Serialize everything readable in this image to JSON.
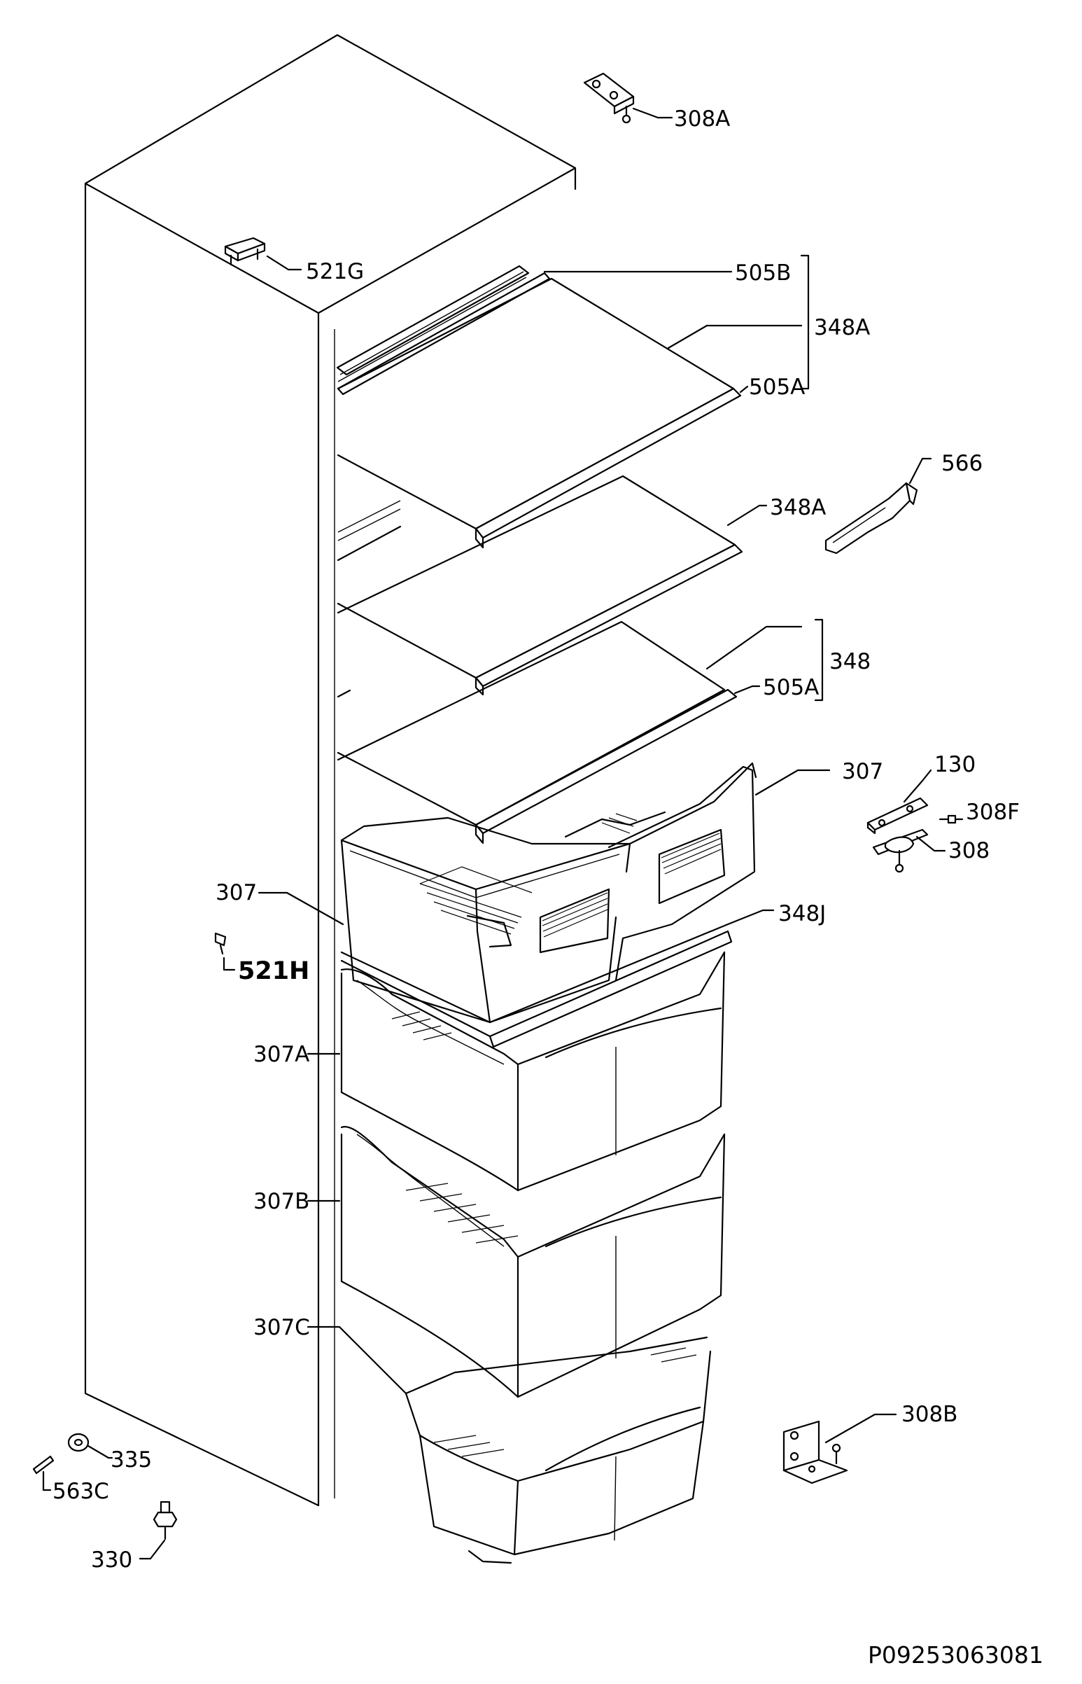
{
  "drawing_code": "P09253063081",
  "labels": {
    "l308A": "308A",
    "l521G": "521G",
    "l505B": "505B",
    "l348A_top": "348A",
    "l505A_top": "505A",
    "l566": "566",
    "l348A_mid": "348A",
    "l348": "348",
    "l505A_low": "505A",
    "l307_right": "307",
    "l130": "130",
    "l308F": "308F",
    "l308": "308",
    "l307_left": "307",
    "l348J": "348J",
    "l521H": "521H",
    "l307A": "307A",
    "l307B": "307B",
    "l307C": "307C",
    "l308B": "308B",
    "l335": "335",
    "l563C": "563C",
    "l330": "330"
  }
}
